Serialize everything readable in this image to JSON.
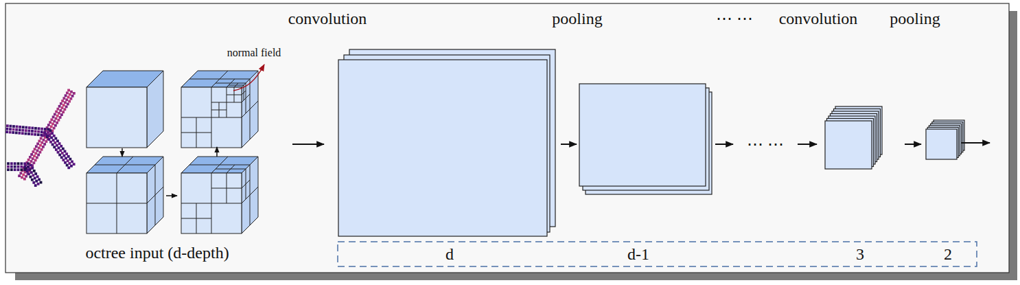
{
  "diagram": {
    "labels": [
      "convolution",
      "pooling",
      "⋯ ⋯",
      "convolution",
      "pooling",
      "normal field",
      "⋯ ⋯",
      "octree input (d-depth)",
      "d",
      "d-1",
      "3",
      "2"
    ]
  }
}
